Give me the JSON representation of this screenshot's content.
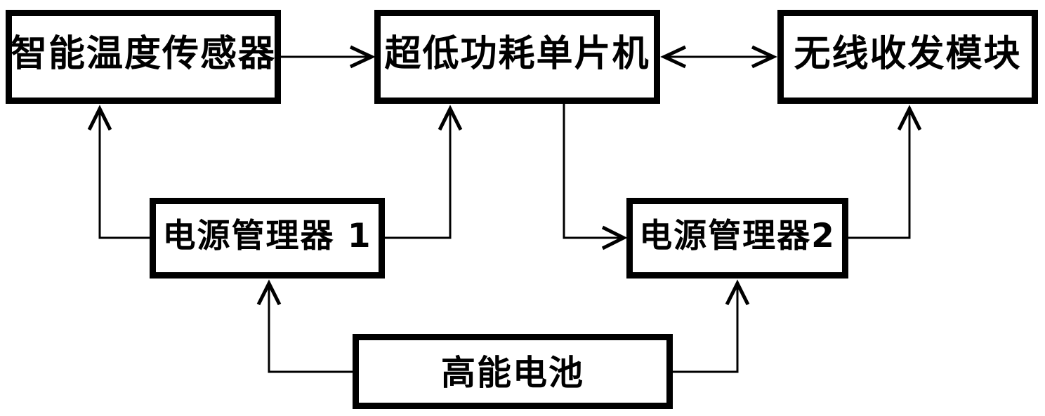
{
  "diagram": {
    "background_color": "#ffffff",
    "line_color": "#000000",
    "box_fill_color": "#ffffff",
    "box_border_color": "#000000",
    "nodes": [
      {
        "id": "temperature-sensor",
        "label": "智能温度传感器"
      },
      {
        "id": "mcu",
        "label": "超低功耗单片机"
      },
      {
        "id": "wireless-module",
        "label": "无线收发模块"
      },
      {
        "id": "power-manager-1",
        "label": "电源管理器 1"
      },
      {
        "id": "power-manager-2",
        "label": "电源管理器2"
      },
      {
        "id": "battery",
        "label": "高能电池"
      }
    ],
    "edges": [
      {
        "from": "智能温度传感器",
        "to": "超低功耗单片机",
        "direction": "one-way"
      },
      {
        "from": "超低功耗单片机",
        "to": "无线收发模块",
        "direction": "two-way"
      },
      {
        "from": "电源管理器 1",
        "to": "智能温度传感器",
        "direction": "one-way"
      },
      {
        "from": "电源管理器 1",
        "to": "超低功耗单片机",
        "direction": "one-way"
      },
      {
        "from": "超低功耗单片机",
        "to": "电源管理器2",
        "direction": "one-way"
      },
      {
        "from": "电源管理器2",
        "to": "无线收发模块",
        "direction": "one-way"
      },
      {
        "from": "高能电池",
        "to": "电源管理器 1",
        "direction": "one-way"
      },
      {
        "from": "高能电池",
        "to": "电源管理器2",
        "direction": "one-way"
      }
    ]
  }
}
